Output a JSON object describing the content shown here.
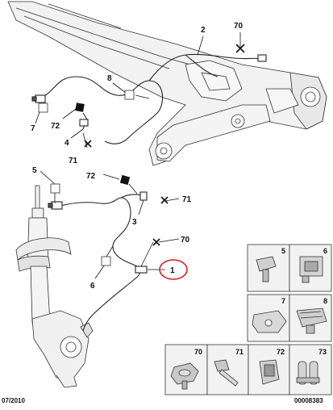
{
  "callouts": {
    "c2": "2",
    "c70a": "70",
    "c8": "8",
    "c7a": "7",
    "c72a": "72",
    "c4": "4",
    "c71a": "71",
    "c5": "5",
    "c72b": "72",
    "c71b": "71",
    "c3": "3",
    "c70b": "70",
    "c6": "6",
    "c1": "1"
  },
  "tiles": {
    "t5": "5",
    "t6": "6",
    "t7": "7",
    "t8": "8",
    "t70": "70",
    "t71": "71",
    "t72": "72",
    "t73": "73"
  },
  "footer": {
    "date": "07/2010",
    "ref": "00008383"
  },
  "colors": {
    "highlight_ring": "#d42020",
    "line": "#222222",
    "shade": "#e6e6e6",
    "tile_bg": "#f2f2f2"
  }
}
